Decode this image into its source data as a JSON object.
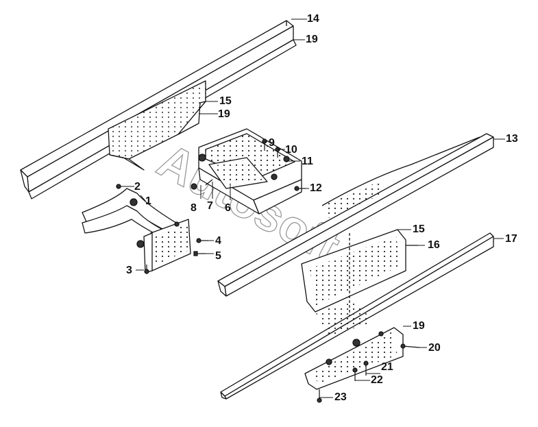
{
  "diagram": {
    "callouts": [
      "1",
      "2",
      "3",
      "4",
      "5",
      "6",
      "7",
      "8",
      "9",
      "10",
      "11",
      "12",
      "13",
      "14",
      "15",
      "15",
      "16",
      "17",
      "18",
      "19",
      "19",
      "20",
      "21",
      "22",
      "23"
    ],
    "watermark": "Autosoft"
  }
}
